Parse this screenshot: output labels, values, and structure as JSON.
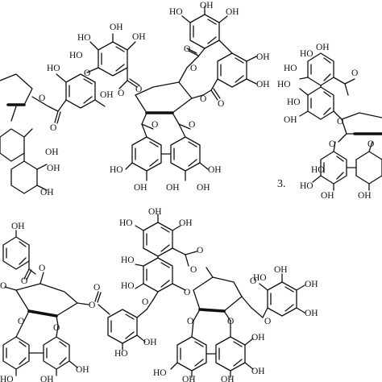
{
  "labels": {
    "oh": "OH",
    "ho": "HO",
    "o": "O",
    "compound3": "3."
  }
}
